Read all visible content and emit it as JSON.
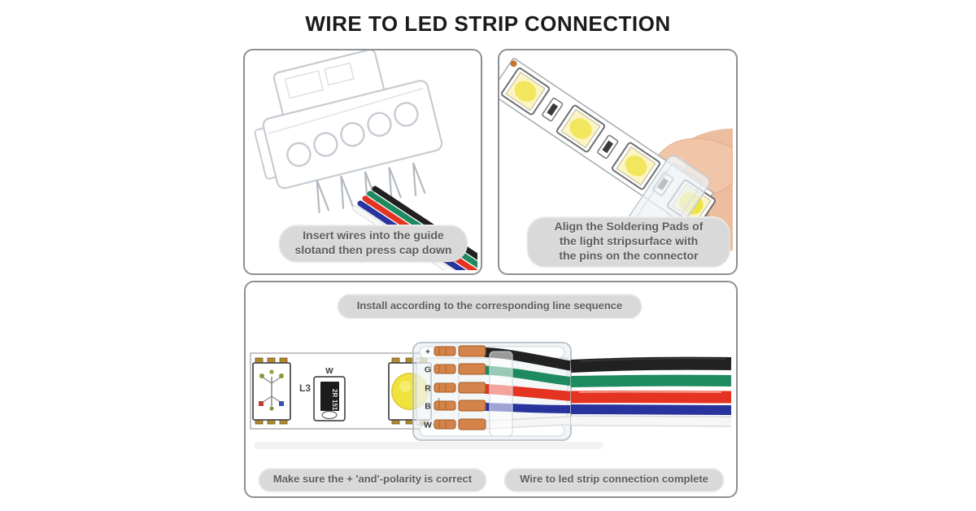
{
  "title": "WIRE TO LED STRIP CONNECTION",
  "palette": {
    "wire_black": "#212121",
    "wire_green": "#1d8a60",
    "wire_red": "#e53322",
    "wire_blue": "#28339e",
    "wire_white": "#f6f6f6",
    "copper": "#d4844b",
    "led_yellow": "#f2e23c",
    "skin": "#ecbd9f",
    "pill_bg": "#d9d9d9",
    "panel_border": "#8e9093"
  },
  "panels": {
    "insert": {
      "caption": "Insert wires into the guide\nslotand then press cap down"
    },
    "align": {
      "caption": "Align the Soldering Pads of\nthe light stripsurface with\nthe pins on the connector"
    },
    "install": {
      "caption_top": "Install according to the corresponding line sequence",
      "caption_left": "Make sure the + 'and'-polarity is correct",
      "caption_right": "Wire to led strip connection complete",
      "connector_labels": [
        "+",
        "G",
        "R",
        "B",
        "W"
      ],
      "strip": {
        "chip_label": "L3",
        "resistor_label": "W",
        "resistor_code_1": "2R",
        "resistor_code_2": "151"
      }
    }
  }
}
